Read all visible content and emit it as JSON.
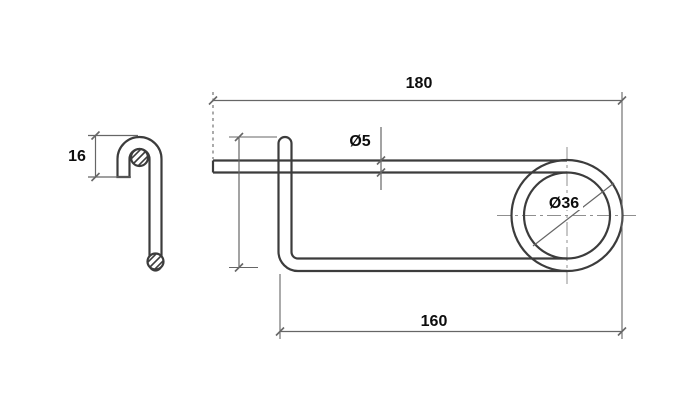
{
  "drawing": {
    "title": "spring-cotter-pin-technical-drawing",
    "labels": {
      "overall_length": "180",
      "body_length": "160",
      "wire_diameter": "Ø5",
      "loop_diameter": "Ø36",
      "side_height": "16"
    },
    "colors": {
      "background": "#ffffff",
      "object_line": "#3c3c3c",
      "dimension_line": "#666666",
      "centerline": "#8f8f8f",
      "text": "#0d0d0d"
    }
  }
}
